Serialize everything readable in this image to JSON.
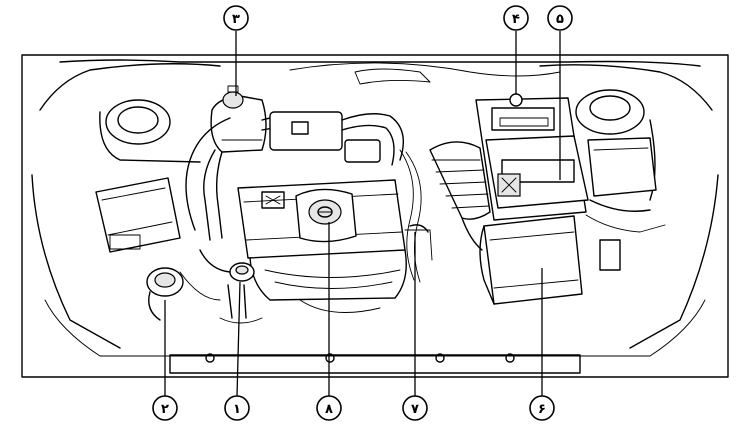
{
  "callouts": [
    {
      "id": "c1",
      "label": "۱"
    },
    {
      "id": "c2",
      "label": "۲"
    },
    {
      "id": "c3",
      "label": "۳"
    },
    {
      "id": "c4",
      "label": "۴"
    },
    {
      "id": "c5",
      "label": "۵"
    },
    {
      "id": "c6",
      "label": "۶"
    },
    {
      "id": "c7",
      "label": "۷"
    },
    {
      "id": "c8",
      "label": "۸"
    }
  ]
}
